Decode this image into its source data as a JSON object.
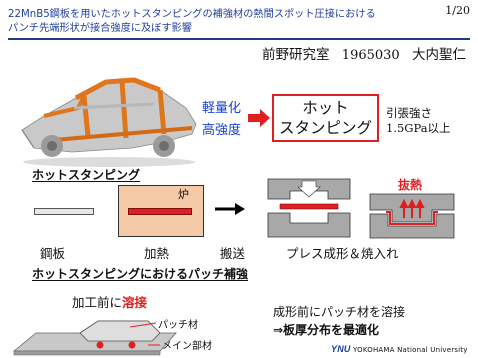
{
  "header": {
    "title_line1": "22MnB5鋼板を用いたホットスタンピングの補強材の熱間スポット圧接における",
    "title_line2": "パンチ先端形状が接合強度に及ぼす影響",
    "page_number": "1/20"
  },
  "author": {
    "lab": "前野研究室",
    "student_id": "1965030",
    "name": "大内聖仁"
  },
  "top": {
    "benefit1": "軽量化",
    "benefit2": "高強度",
    "box_line1": "ホット",
    "box_line2": "スタンピング",
    "tensile_line1": "引張強さ",
    "tensile_line2": "1.5GPa以上"
  },
  "process": {
    "heading": "ホットスタンピング",
    "furnace_label": "炉",
    "step1": "鋼板",
    "step2": "加熱",
    "step3": "搬送",
    "step4": "プレス成形＆焼入れ",
    "heat_removal": "抜熱"
  },
  "patch": {
    "heading": "ホットスタンピングにおけるパッチ補強",
    "pre_label": "加工前に",
    "pre_label_em": "溶接",
    "patch_label": "パッチ材",
    "main_label": "メイン部材",
    "conclusion_line1": "成形前にパッチ材を溶接",
    "conclusion_line2": "⇒板厚分布を最適化"
  },
  "footer": {
    "logo_mark": "YNU",
    "logo_text": "YOKOHAMA National University"
  },
  "colors": {
    "title_blue": "#1f3f9f",
    "accent_red": "#e02020",
    "benefit_blue": "#1a3fd8",
    "furnace_fill": "#f4c9a6"
  }
}
